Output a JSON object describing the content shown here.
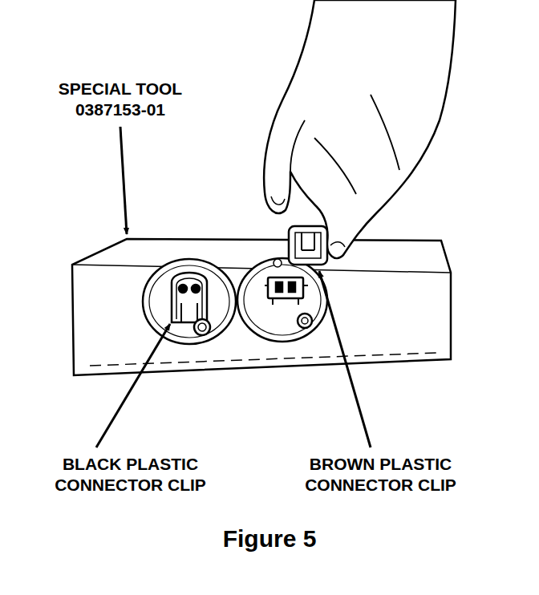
{
  "diagram": {
    "caption": "Figure 5",
    "labels": [
      "SPECIAL TOOL 0387153-01",
      "BLACK PLASTIC CONNECTOR CLIP",
      "BROWN PLASTIC CONNECTOR CLIP"
    ]
  }
}
